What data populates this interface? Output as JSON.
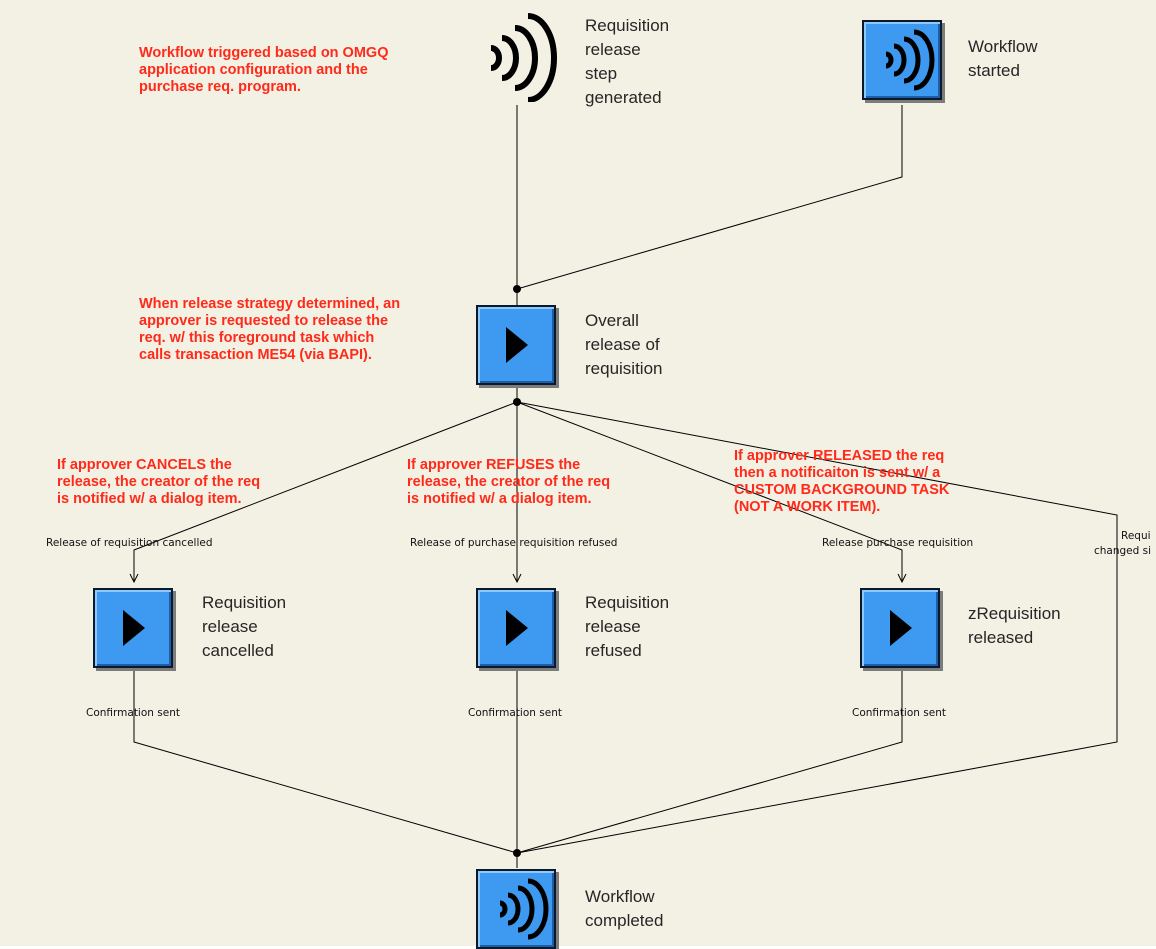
{
  "nodes": {
    "req_step": {
      "label": "Requisition\nrelease\nstep\ngenerated",
      "icon": "event-waves-icon"
    },
    "wf_started": {
      "label": "Workflow\nstarted",
      "icon": "event-waves-icon"
    },
    "overall": {
      "label": "Overall\nrelease of\nrequisition",
      "icon": "play-task-icon"
    },
    "cancelled": {
      "label": "Requisition\nrelease\ncancelled",
      "icon": "play-task-icon"
    },
    "refused": {
      "label": "Requisition\nrelease\nrefused",
      "icon": "play-task-icon"
    },
    "released": {
      "label": "zRequisition\nreleased",
      "icon": "play-task-icon"
    },
    "completed": {
      "label": "Workflow\ncompleted",
      "icon": "event-waves-icon"
    }
  },
  "notes": {
    "trigger": "Workflow triggered based on OMGQ\napplication configuration and the\npurchase req. program.",
    "strategy": "When release strategy determined, an\napprover is requested to release the\nreq. w/ this foreground task which\ncalls transaction ME54 (via BAPI).",
    "cancels": "If approver CANCELS the\nrelease, the creator of the req\nis notified w/ a dialog item.",
    "refuses": "If approver REFUSES the\nrelease, the creator of the req\nis notified w/ a dialog item.",
    "released": "If approver RELEASED the req\nthen a notificaiton is sent w/ a\nCUSTOM BACKGROUND TASK\n(NOT A WORK ITEM)."
  },
  "edges": {
    "cancelled": "Release of requisition cancelled",
    "refused": "Release of purchase requisition refused",
    "released": "Release purchase requisition",
    "changed_1": "Requi",
    "changed_2": "changed si",
    "confirm_1": "Confirmation sent",
    "confirm_2": "Confirmation sent",
    "confirm_3": "Confirmation sent"
  },
  "colors": {
    "background": "#f3f0e4",
    "node_fill": "#3d9af0",
    "annotation": "#ff2a1a",
    "line": "#000000"
  }
}
